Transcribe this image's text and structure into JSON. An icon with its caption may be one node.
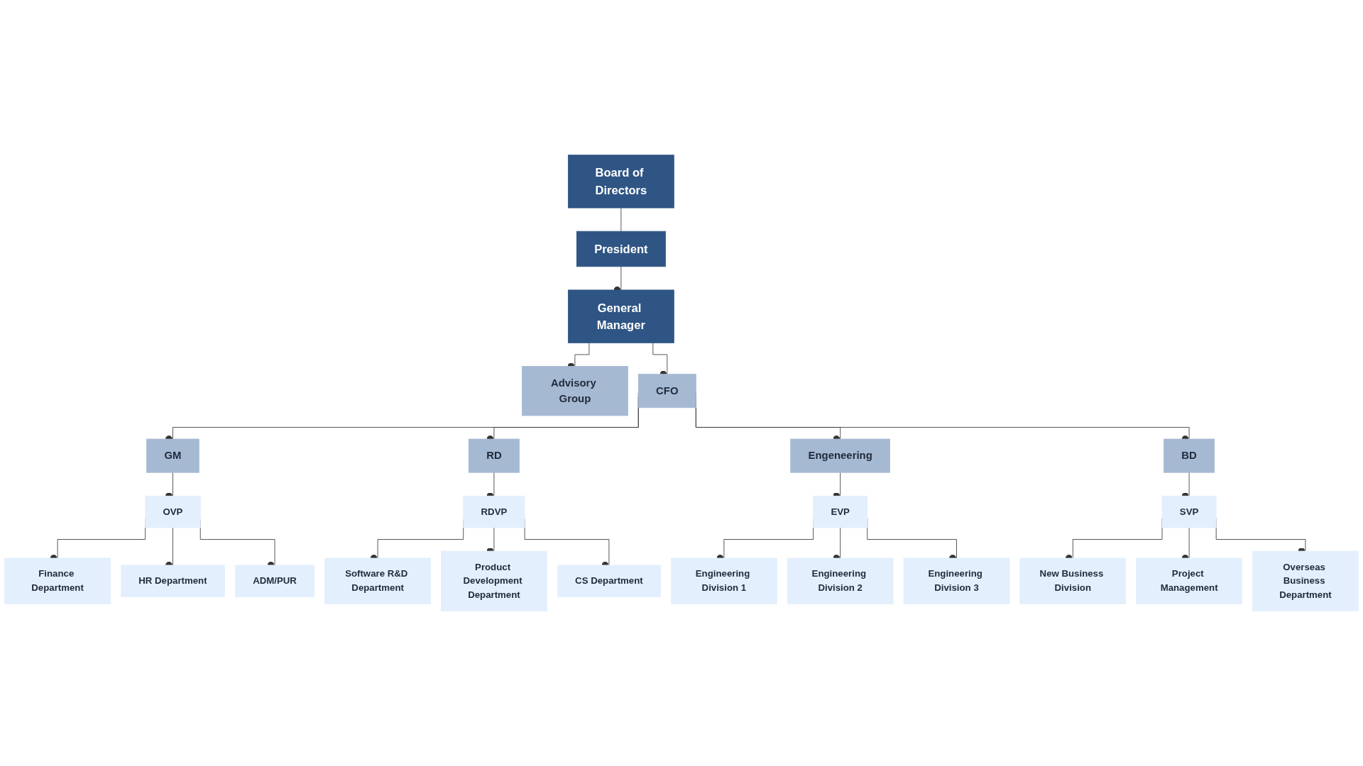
{
  "diagram": {
    "nodes": [
      {
        "text": [
          "Board of Directors"
        ]
      },
      {
        "text": [
          "President"
        ]
      },
      {
        "text": [
          "General Manager"
        ]
      },
      {
        "text": [
          "Advisory Group"
        ]
      },
      {
        "text": [
          "CFO"
        ]
      },
      {
        "text": [
          "GM"
        ]
      },
      {
        "text": [
          "RD"
        ]
      },
      {
        "text": [
          "Engeneering"
        ]
      },
      {
        "text": [
          "BD"
        ]
      },
      {
        "text": [
          "OVP"
        ]
      },
      {
        "text": [
          "RDVP"
        ]
      },
      {
        "text": [
          "EVP"
        ]
      },
      {
        "text": [
          "SVP"
        ]
      },
      {
        "text": [
          "Finance Department"
        ]
      },
      {
        "text": [
          "HR Department"
        ]
      },
      {
        "text": [
          "ADM/PUR"
        ]
      },
      {
        "text": [
          "Software R&D Department"
        ]
      },
      {
        "text": [
          "Product Development Department"
        ]
      },
      {
        "text": [
          "CS Department"
        ]
      },
      {
        "text": [
          "Engineering Division 1"
        ]
      },
      {
        "text": [
          "Engineering Division 2"
        ]
      },
      {
        "text": [
          "Engineering Division 3"
        ]
      },
      {
        "text": [
          "New Business Division"
        ]
      },
      {
        "text": [
          "Project Management"
        ]
      },
      {
        "text": [
          "Overseas Business Department"
        ]
      }
    ],
    "edges": [
      {
        "from": 0,
        "to": 1,
        "arrow": "none"
      },
      {
        "from": 1,
        "to": 2,
        "arrow": "other"
      },
      {
        "from": 2,
        "to": 3,
        "arrow": "other"
      },
      {
        "from": 2,
        "to": 4,
        "arrow": "other"
      },
      {
        "from": 4,
        "to": 5,
        "arrow": "other"
      },
      {
        "from": 4,
        "to": 6,
        "arrow": "other"
      },
      {
        "from": 4,
        "to": 7,
        "arrow": "other"
      },
      {
        "from": 4,
        "to": 8,
        "arrow": "other"
      },
      {
        "from": 5,
        "to": 9,
        "arrow": "other"
      },
      {
        "from": 6,
        "to": 10,
        "arrow": "other"
      },
      {
        "from": 7,
        "to": 11,
        "arrow": "other"
      },
      {
        "from": 8,
        "to": 12,
        "arrow": "other"
      },
      {
        "from": 9,
        "to": 13,
        "arrow": "other"
      },
      {
        "from": 9,
        "to": 14,
        "arrow": "other"
      },
      {
        "from": 9,
        "to": 15,
        "arrow": "other"
      },
      {
        "from": 10,
        "to": 16,
        "arrow": "other"
      },
      {
        "from": 10,
        "to": 17,
        "arrow": "other"
      },
      {
        "from": 10,
        "to": 18,
        "arrow": "other"
      },
      {
        "from": 11,
        "to": 19,
        "arrow": "other"
      },
      {
        "from": 11,
        "to": 20,
        "arrow": "other"
      },
      {
        "from": 11,
        "to": 21,
        "arrow": "other"
      },
      {
        "from": 12,
        "to": 22,
        "arrow": "other"
      },
      {
        "from": 12,
        "to": 23,
        "arrow": "other"
      },
      {
        "from": 12,
        "to": 24,
        "arrow": "other"
      }
    ]
  }
}
